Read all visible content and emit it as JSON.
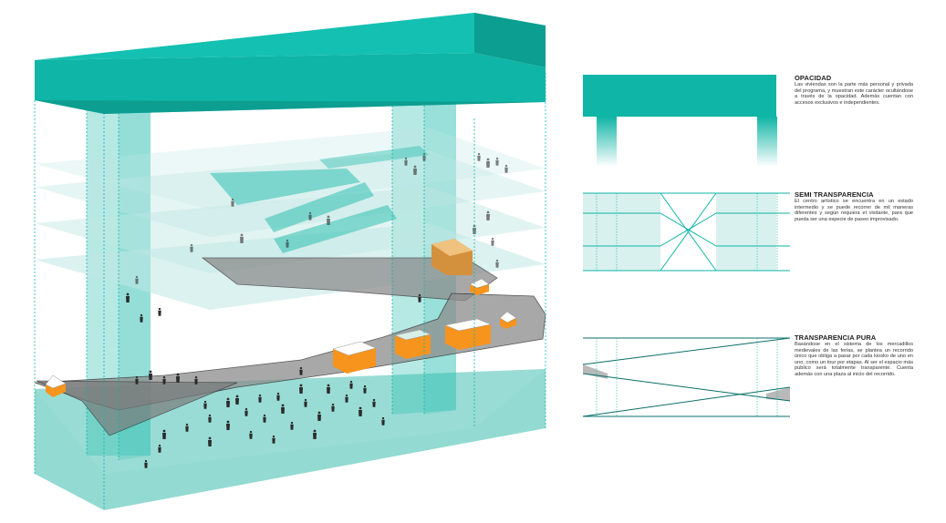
{
  "colors": {
    "teal": "#0fb5a6",
    "teal_dark": "#0a8f84",
    "teal_light": "#bfe7e3",
    "gray_path": "#8c8c8c",
    "orange": "#f7941d",
    "people": "#2b2b2b"
  },
  "legend": [
    {
      "title": "OPACIDAD",
      "body": "Las viviendas son la parte más personal y privada del programa, y muestran este carácter ocultándose a través de la opacidad. Además cuentan con accesos exclusivos e independientes."
    },
    {
      "title": "SEMI TRANSPARENCIA",
      "body": "El centro artístico se encuentra en un estado intermedio y se puede recorrer de mil maneras diferentes y según requiera el visitante, para que pueda ser una especie de paseo improvisado."
    },
    {
      "title": "TRANSPARENCIA PURA",
      "body": "Basándose en el sistema de los mercadillos medievales de las ferias, se plantea un recorrido único que obliga a pasar por cada kiosko de uno en uno, como un tour por etapas. Al ser el espacio más público será totalmente transparente. Cuenta además con una plaza al inicio del recorrido."
    }
  ]
}
